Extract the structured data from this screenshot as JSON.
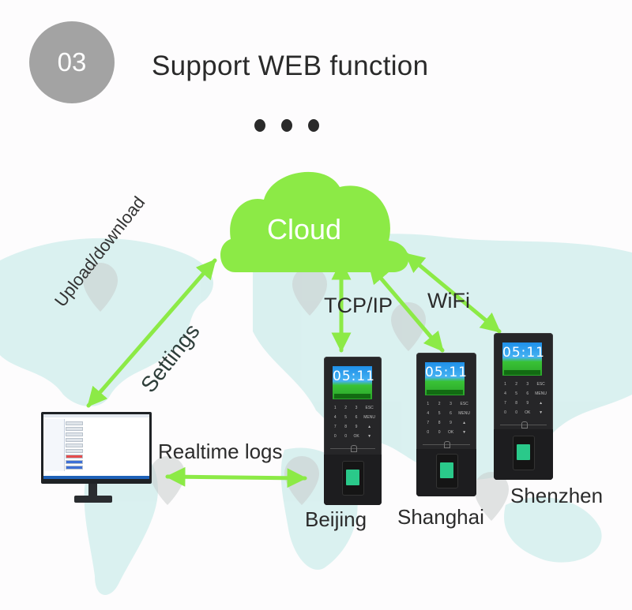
{
  "header": {
    "step_number": "03",
    "title": "Support WEB function",
    "dots_icon": "ellipsis-icon"
  },
  "diagram": {
    "hub": {
      "label": "Cloud",
      "icon": "cloud-icon",
      "color": "#8cea46"
    },
    "connector_color": "#8cea46",
    "pc_link": {
      "label_top": "Upload/download",
      "label_bottom": "Settings"
    },
    "network_labels": {
      "wired": "TCP/IP",
      "wireless": "WiFi"
    },
    "local_link": {
      "label": "Realtime logs"
    },
    "computer": {
      "icon": "monitor-icon"
    },
    "terminals": [
      {
        "location": "Beijing",
        "screen_time": "05:11",
        "icon": "fingerprint-terminal-icon"
      },
      {
        "location": "Shanghai",
        "screen_time": "05:11",
        "icon": "fingerprint-terminal-icon"
      },
      {
        "location": "Shenzhen",
        "screen_time": "05:11",
        "icon": "fingerprint-terminal-icon"
      }
    ],
    "keypad": [
      "1",
      "2",
      "3",
      "ESC",
      "4",
      "5",
      "6",
      "MENU",
      "7",
      "8",
      "9",
      "▲",
      "0",
      "0",
      "OK",
      "▼"
    ],
    "background": {
      "icon": "world-map-with-pins",
      "map_color": "#cfeceb",
      "pin_color": "#c9c9c9"
    }
  }
}
